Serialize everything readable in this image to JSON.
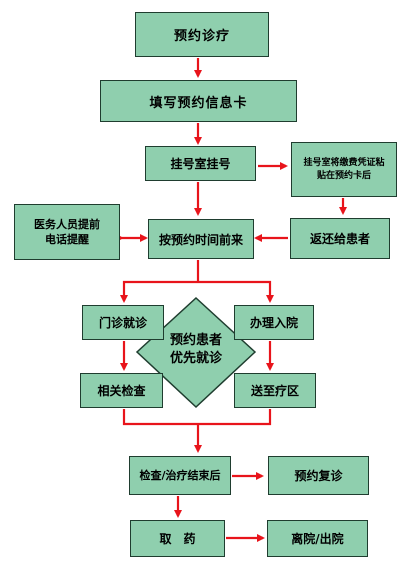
{
  "nodes": {
    "appointment": "预约诊疗",
    "fill_card": "填写预约信息卡",
    "registration": "挂号室挂号",
    "attach_receipt": "挂号室将缴费凭证粘贴在预约卡后",
    "return_patient": "返还给患者",
    "staff_call": "医务人员提前电话提醒",
    "arrive_on_time": "按预约时间前来",
    "outpatient": "门诊就诊",
    "admission": "办理入院",
    "priority": "预约患者优先就诊",
    "exams": "相关检查",
    "to_ward": "送至疗区",
    "after_treatment": "检查/治疗结束后",
    "follow_up": "预约复诊",
    "get_medicine": "取　药",
    "discharge": "离院/出院"
  },
  "colors": {
    "box_fill": "#8fcfae",
    "box_border": "#1f3d2f",
    "arrow": "#e8141b"
  }
}
